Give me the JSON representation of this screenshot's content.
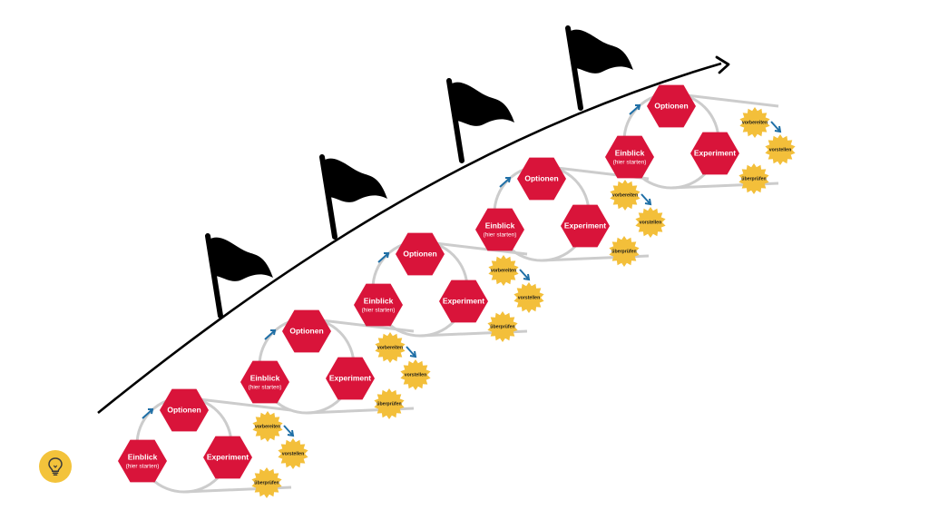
{
  "colors": {
    "hexagon": "#d9143a",
    "star": "#f3bf3a",
    "loop": "#cccccc",
    "arrow": "#1f6fa6",
    "path": "#000000",
    "flag": "#000000",
    "badge": "#f3c33b"
  },
  "icons": {
    "badge": "lightbulb-icon",
    "flag": "flag-icon",
    "path_arrow": "chevron-right-icon"
  },
  "flags_count": 4,
  "cycles": [
    {
      "options": "Optionen",
      "insight": "Einblick",
      "insight_sub": "(hier starten)",
      "experiment": "Experiment",
      "steps": [
        "vorbereiten",
        "vorstellen",
        "überprüfen"
      ]
    },
    {
      "options": "Optionen",
      "insight": "Einblick",
      "insight_sub": "(hier starten)",
      "experiment": "Experiment",
      "steps": [
        "vorbereiten",
        "vorstellen",
        "überprüfen"
      ]
    },
    {
      "options": "Optionen",
      "insight": "Einblick",
      "insight_sub": "(hier starten)",
      "experiment": "Experiment",
      "steps": [
        "vorbereiten",
        "vorstellen",
        "überprüfen"
      ]
    },
    {
      "options": "Optionen",
      "insight": "Einblick",
      "insight_sub": "(hier starten)",
      "experiment": "Experiment",
      "steps": [
        "vorbereiten",
        "vorstellen",
        "überprüfen"
      ]
    },
    {
      "options": "Optionen",
      "insight": "Einblick",
      "insight_sub": "(hier starten)",
      "experiment": "Experiment",
      "steps": [
        "vorbereiten",
        "vorstellen",
        "überprüfen"
      ]
    }
  ]
}
